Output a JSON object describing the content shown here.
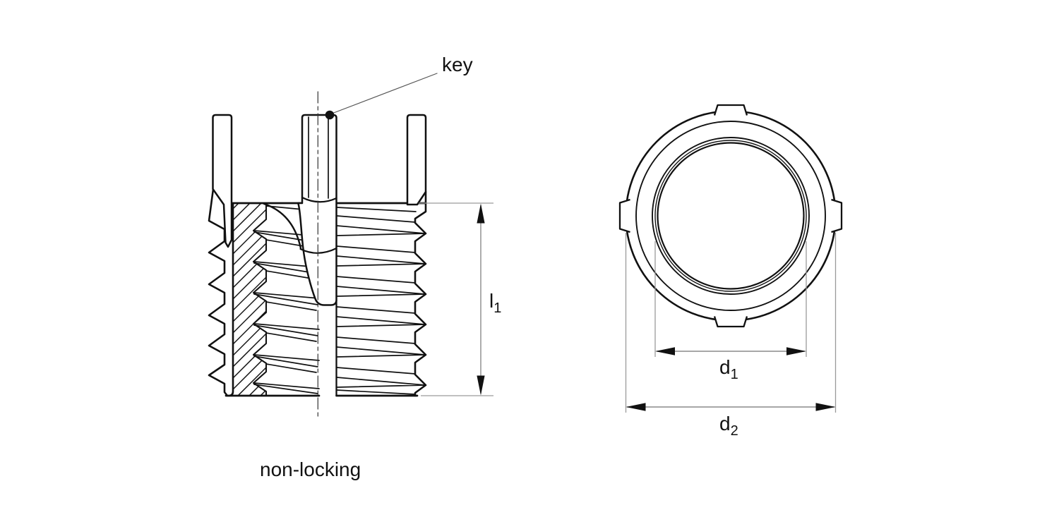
{
  "side_view": {
    "key_label": "key",
    "caption": "non-locking",
    "dim_l1": {
      "base": "l",
      "sub": "1"
    }
  },
  "top_view": {
    "dim_d1": {
      "base": "d",
      "sub": "1"
    },
    "dim_d2": {
      "base": "d",
      "sub": "2"
    }
  },
  "colors": {
    "line": "#111111",
    "dimension_line": "#9a9a9a",
    "leader_line": "#555555",
    "text": "#111111",
    "background": "#ffffff"
  }
}
